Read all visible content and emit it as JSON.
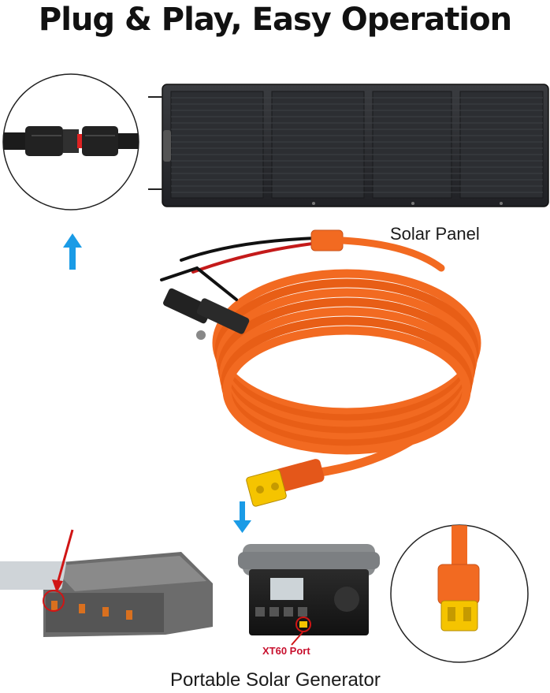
{
  "headline": "Plug & Play, Easy Operation",
  "labels": {
    "solar_panel": "Solar Panel",
    "generator": "Portable Solar Generator",
    "port": "XT60 Port"
  },
  "colors": {
    "cable_orange": "#f26a21",
    "arrow_blue": "#1a9be6",
    "panel_dark": "#2b2d31",
    "callout_red": "#d01515"
  },
  "icons": [
    "mc4-connector-icon",
    "xt60-connector-icon",
    "up-arrow-icon",
    "down-arrow-icon"
  ]
}
